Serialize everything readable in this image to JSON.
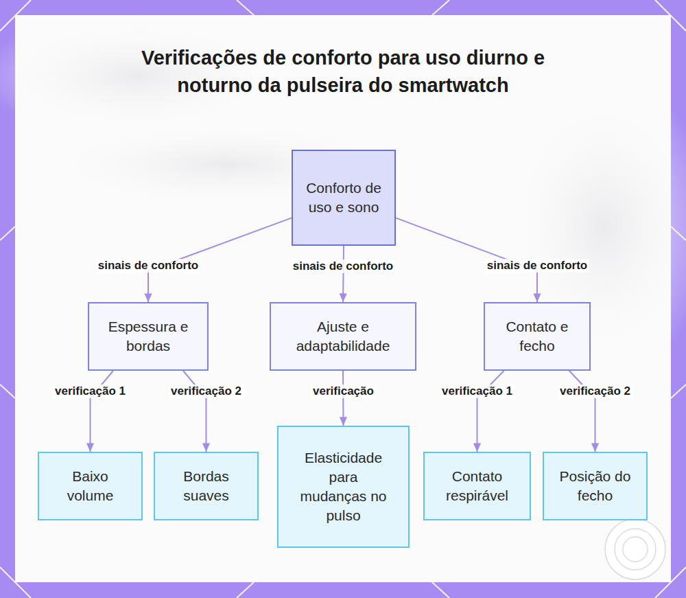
{
  "diagram": {
    "title": "Verificações de conforto para uso diurno e noturno da pulseira do smartwatch",
    "nodes": [
      {
        "text": [
          "Conforto de uso e sono"
        ]
      },
      {
        "text": [
          "Espessura e bordas"
        ]
      },
      {
        "text": [
          "Ajuste e adaptabilidade"
        ]
      },
      {
        "text": [
          "Contato e fecho"
        ]
      },
      {
        "text": [
          "Baixo volume"
        ]
      },
      {
        "text": [
          "Bordas suaves"
        ]
      },
      {
        "text": [
          "Elasticidade para mudanças no pulso"
        ]
      },
      {
        "text": [
          "Contato respirável"
        ]
      },
      {
        "text": [
          "Posição do fecho"
        ]
      }
    ],
    "edges": [
      {
        "from": 0,
        "to": 1,
        "label": "sinais de conforto",
        "arrow": "to"
      },
      {
        "from": 0,
        "to": 2,
        "label": "sinais de conforto",
        "arrow": "to"
      },
      {
        "from": 0,
        "to": 3,
        "label": "sinais de conforto",
        "arrow": "to"
      },
      {
        "from": 1,
        "to": 4,
        "label": "verificação 1",
        "arrow": "to"
      },
      {
        "from": 1,
        "to": 5,
        "label": "verificação 2",
        "arrow": "to"
      },
      {
        "from": 2,
        "to": 6,
        "label": "verificação",
        "arrow": "to"
      },
      {
        "from": 3,
        "to": 7,
        "label": "verificação 1",
        "arrow": "to"
      },
      {
        "from": 3,
        "to": 8,
        "label": "verificação 2",
        "arrow": "to"
      }
    ]
  }
}
